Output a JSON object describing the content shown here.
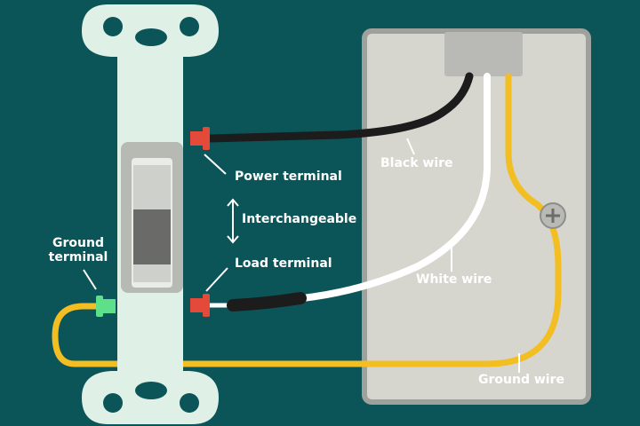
{
  "labels": {
    "power_terminal": "Power terminal",
    "interchangeable": "Interchangeable",
    "load_terminal": "Load terminal",
    "ground_terminal_line1": "Ground",
    "ground_terminal_line2": "terminal",
    "black_wire": "Black wire",
    "white_wire": "White wire",
    "ground_wire": "Ground wire"
  },
  "colors": {
    "background": "#0b5558",
    "switch_plate": "#dff1e6",
    "box": "#d6d6cf",
    "box_border": "#9fa19d",
    "black_wire": "#1c1c1c",
    "white_wire": "#ffffff",
    "ground_wire": "#f2be22",
    "terminal": "#e34a3a",
    "ground_terminal": "#5ee08a"
  },
  "icons": [
    "double-arrow-icon",
    "ground-screw-icon"
  ]
}
